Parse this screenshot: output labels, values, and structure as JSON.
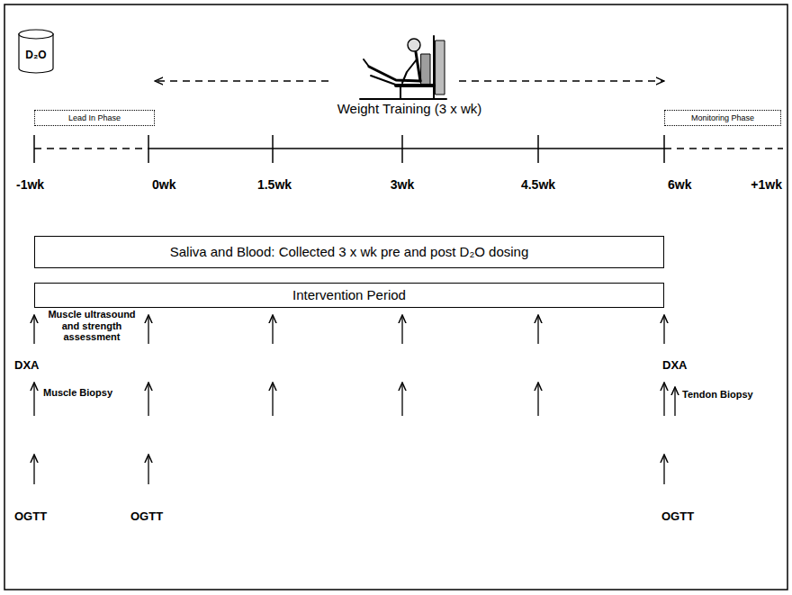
{
  "diagram": {
    "nodes": [
      {
        "text": [
          "D₂O"
        ]
      },
      {
        "text": [
          "Lead In Phase"
        ]
      },
      {
        "text": [
          "Monitoring Phase"
        ]
      },
      {
        "text": [
          "Saliva and Blood: Collected 3 x wk pre and post D₂O dosing"
        ]
      },
      {
        "text": [
          "Intervention Period"
        ]
      }
    ],
    "labels": [
      "Weight Training (3 x wk)",
      "-1wk",
      "0wk",
      "1.5wk",
      "3wk",
      "4.5wk",
      "6wk",
      "+1wk",
      "Muscle ultrasound and strength assessment",
      "DXA",
      "Muscle Biopsy",
      "DXA",
      "Tendon Biopsy",
      "OGTT",
      "OGTT",
      "OGTT"
    ]
  }
}
